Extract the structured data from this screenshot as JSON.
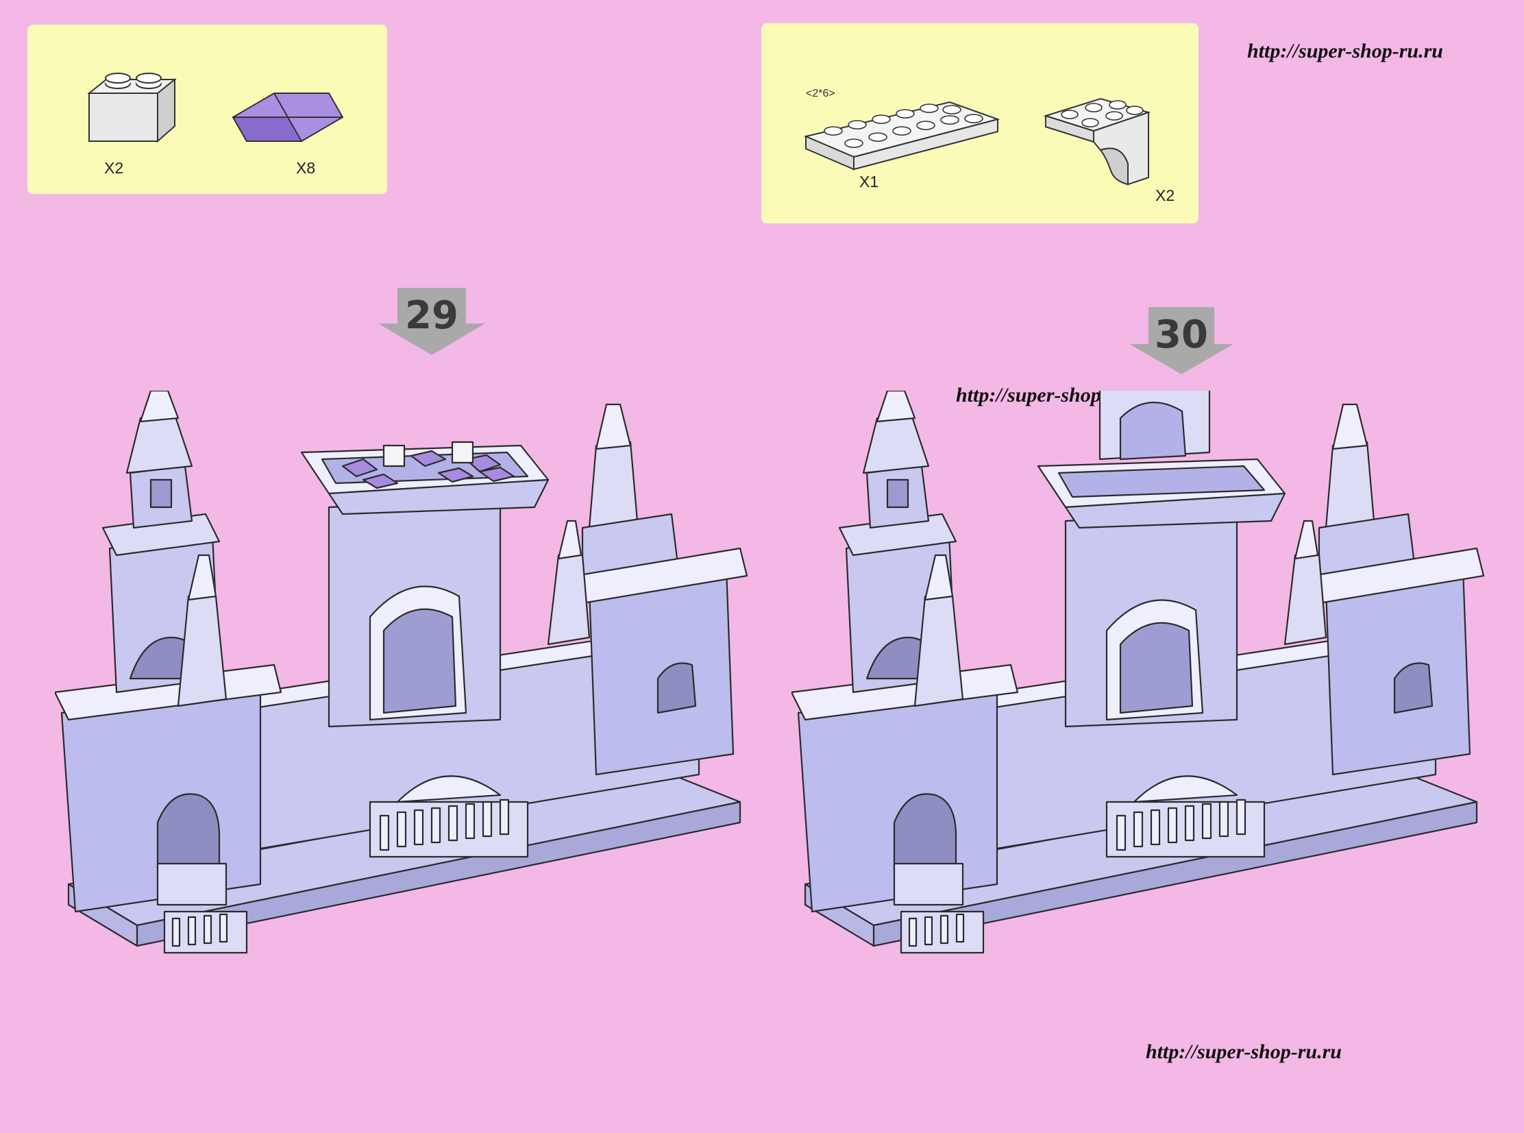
{
  "site_url_top": "http://super-shop-ru.ru",
  "site_url_mid": "http://super-shop-ru.ru",
  "site_url_bottom": "http://super-shop-ru.ru",
  "parts_left": {
    "items": [
      {
        "piece": "white 1x2 brick",
        "quantity": "X2"
      },
      {
        "piece": "lavender slope tile",
        "quantity": "X8"
      }
    ]
  },
  "parts_right": {
    "items": [
      {
        "piece": "white 2x6 plate",
        "dimension": "<2*6>",
        "quantity": "X1"
      },
      {
        "piece": "white arch brick",
        "quantity": "X2"
      }
    ]
  },
  "steps": [
    {
      "number": "29"
    },
    {
      "number": "30"
    }
  ],
  "colors": {
    "background": "#f3b8e6",
    "parts_panel": "#fbfbb8",
    "brick_main": "#c9c8f0",
    "brick_light": "#eeeefc",
    "roof_tile": "#a78be0",
    "arrow": "#a9a9a9"
  }
}
